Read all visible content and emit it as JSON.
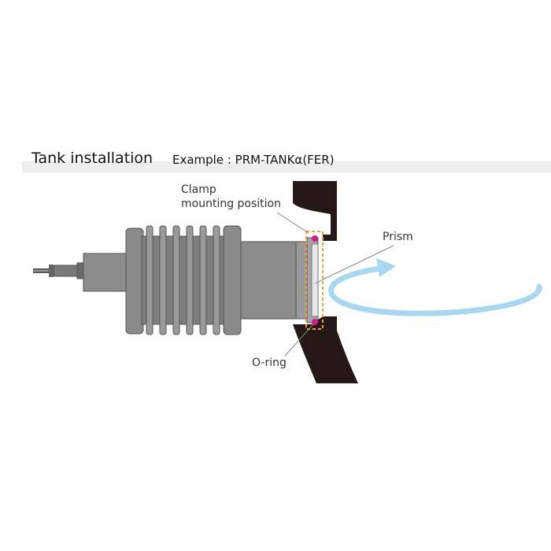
{
  "header": {
    "title": "Tank installation",
    "subtitle": "Example : PRM-TANKα(FER)"
  },
  "labels": {
    "clamp_line1": "Clamp",
    "clamp_line2": "mounting position",
    "prism": "Prism",
    "oring": "O-ring"
  },
  "colors": {
    "body": "#8a8a8a",
    "body_dark": "#5e5e5e",
    "tank_wall": "#231815",
    "flow_arrow": "#a8d8f0",
    "clamp_highlight": "#f0a030",
    "oring": "#d61a8a"
  }
}
